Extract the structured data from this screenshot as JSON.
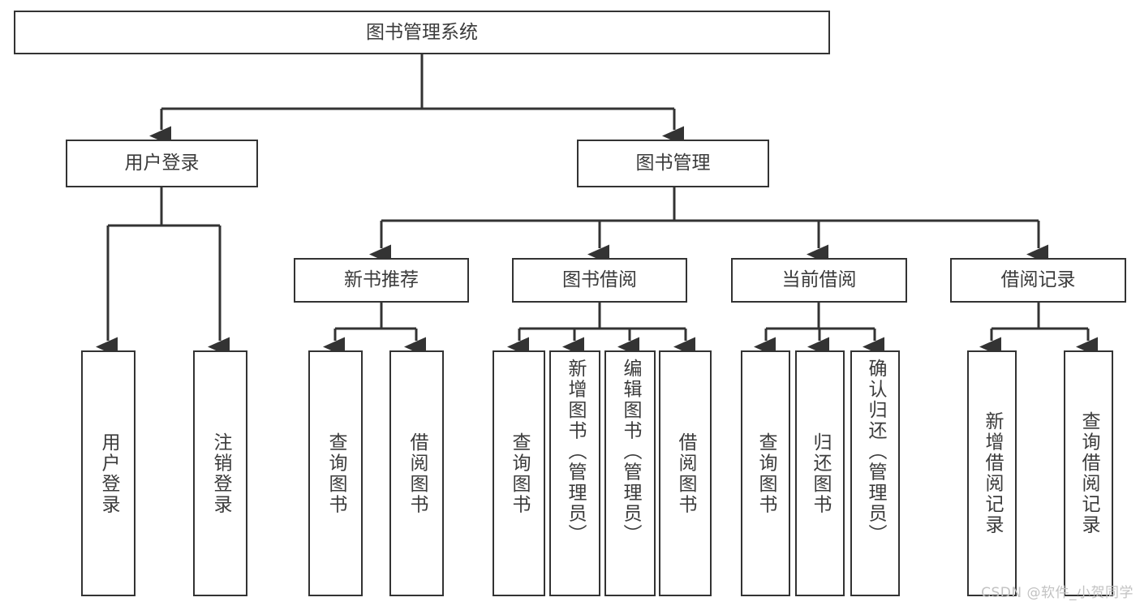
{
  "diagram": {
    "title": "图书管理系统",
    "type": "tree-hierarchy",
    "watermark": "CSDN @软件_小贺同学",
    "colors": {
      "box_border": "#333333",
      "box_fill": "#ffffff",
      "text": "#3b3b3b",
      "edge": "#333333",
      "watermark": "#c2c2c2",
      "background": "#ffffff"
    },
    "root": {
      "id": "root",
      "label": "图书管理系统"
    },
    "level2": [
      {
        "id": "user-login",
        "label": "用户登录"
      },
      {
        "id": "book-manage",
        "label": "图书管理"
      }
    ],
    "level3": [
      {
        "id": "new-book-recommend",
        "label": "新书推荐",
        "parent": "book-manage"
      },
      {
        "id": "book-borrow",
        "label": "图书借阅",
        "parent": "book-manage"
      },
      {
        "id": "current-borrow",
        "label": "当前借阅",
        "parent": "book-manage"
      },
      {
        "id": "borrow-record",
        "label": "借阅记录",
        "parent": "book-manage"
      }
    ],
    "leaves": {
      "user_login": [
        {
          "id": "leaf-user-login",
          "label": "用户登录"
        },
        {
          "id": "leaf-logout",
          "label": "注销登录"
        }
      ],
      "new_book_recommend": [
        {
          "id": "leaf-query-book-1",
          "label": "查询图书"
        },
        {
          "id": "leaf-borrow-book-1",
          "label": "借阅图书"
        }
      ],
      "book_borrow": [
        {
          "id": "leaf-query-book-2",
          "label": "查询图书"
        },
        {
          "id": "leaf-add-book",
          "label": "新增图书（管理员）"
        },
        {
          "id": "leaf-edit-book",
          "label": "编辑图书（管理员）"
        },
        {
          "id": "leaf-borrow-book-2",
          "label": "借阅图书"
        }
      ],
      "current_borrow": [
        {
          "id": "leaf-query-book-3",
          "label": "查询图书"
        },
        {
          "id": "leaf-return-book",
          "label": "归还图书"
        },
        {
          "id": "leaf-confirm-return",
          "label": "确认归还（管理员）"
        }
      ],
      "borrow_record": [
        {
          "id": "leaf-add-record",
          "label": "新增借阅记录"
        },
        {
          "id": "leaf-query-record",
          "label": "查询借阅记录"
        }
      ]
    }
  }
}
